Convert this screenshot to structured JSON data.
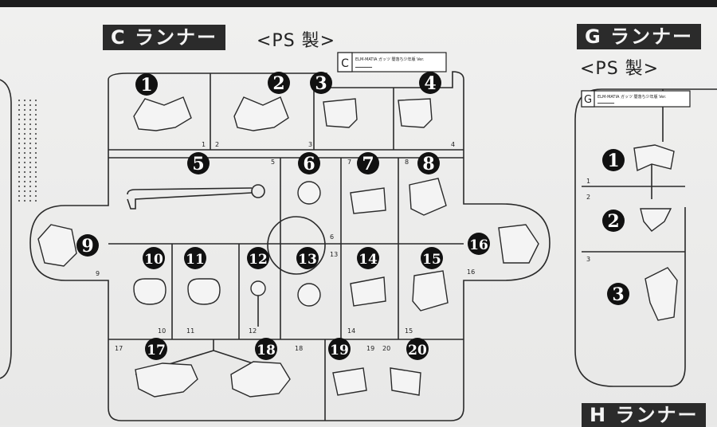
{
  "c_runner": {
    "title": "C ランナー",
    "material": "<PS 製>",
    "tag_letter": "C",
    "tag_line1": "ELM-MATIA ガッツ 闇落ち少年版 Ver.",
    "tag_line2": "━━━━━━━",
    "parts": [
      {
        "label": "1",
        "gate": "1"
      },
      {
        "label": "2",
        "gate": "2"
      },
      {
        "label": "3",
        "gate": "3"
      },
      {
        "label": "4",
        "gate": "4"
      },
      {
        "label": "5",
        "gate": "5"
      },
      {
        "label": "6",
        "gate": "6"
      },
      {
        "label": "7",
        "gate": "7"
      },
      {
        "label": "8",
        "gate": "8"
      },
      {
        "label": "9",
        "gate": "9"
      },
      {
        "label": "10",
        "gate": "10"
      },
      {
        "label": "11",
        "gate": "11"
      },
      {
        "label": "12",
        "gate": "12"
      },
      {
        "label": "13",
        "gate": "13"
      },
      {
        "label": "14",
        "gate": "14"
      },
      {
        "label": "15",
        "gate": "15"
      },
      {
        "label": "16",
        "gate": "16"
      },
      {
        "label": "17",
        "gate": "17"
      },
      {
        "label": "18",
        "gate": "18"
      },
      {
        "label": "19",
        "gate": "19"
      },
      {
        "label": "20",
        "gate": "20"
      }
    ]
  },
  "g_runner": {
    "title": "G ランナー",
    "material": "<PS 製>",
    "tag_letter": "G",
    "tag_line1": "ELM-MATIA ガッツ 闇落ち少年版 Ver.",
    "tag_line2": "━━━━━━━",
    "parts": [
      {
        "label": "1",
        "gate": "1"
      },
      {
        "label": "2",
        "gate": "2"
      },
      {
        "label": "3",
        "gate": "3"
      }
    ]
  },
  "h_runner": {
    "title": "H ランナー"
  }
}
